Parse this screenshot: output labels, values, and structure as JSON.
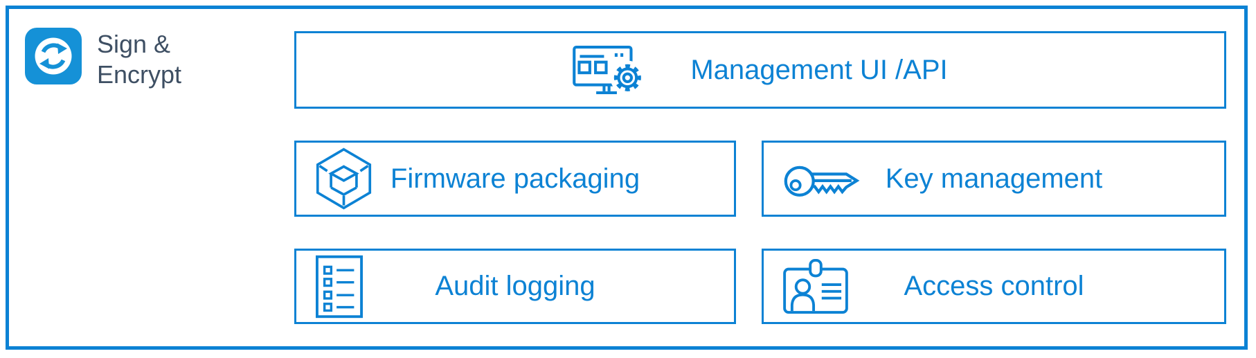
{
  "colors": {
    "accent": "#0c82d4",
    "tile": "#1591d7",
    "heading": "#3e4f63",
    "background": "#ffffff"
  },
  "brand": {
    "icon": "sign-encrypt-sync-icon",
    "title_line1": "Sign &",
    "title_line2": "Encrypt"
  },
  "boxes": {
    "management": {
      "label": "Management UI /API",
      "icon": "management-ui-gear-icon"
    },
    "firmware": {
      "label": "Firmware packaging",
      "icon": "firmware-package-cube-icon"
    },
    "key": {
      "label": "Key management",
      "icon": "key-icon"
    },
    "audit": {
      "label": "Audit logging",
      "icon": "audit-log-list-icon"
    },
    "access": {
      "label": "Access control",
      "icon": "id-badge-icon"
    }
  }
}
